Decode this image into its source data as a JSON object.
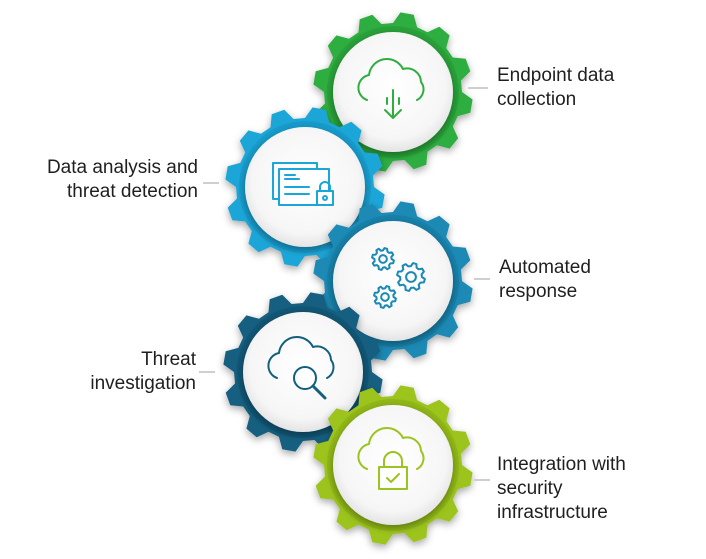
{
  "steps": [
    {
      "id": "endpoint",
      "lines": [
        "Endpoint data",
        "collection"
      ],
      "color": "#2fae3f",
      "dark": "#1f8a2e",
      "icon": "cloud-download-icon"
    },
    {
      "id": "analysis",
      "lines": [
        "Data analysis and",
        "threat detection"
      ],
      "color": "#1aa6d8",
      "dark": "#0f86b5",
      "icon": "secure-documents-icon"
    },
    {
      "id": "response",
      "lines": [
        "Automated",
        "response"
      ],
      "color": "#1a8ab5",
      "dark": "#0e6c93",
      "icon": "gears-icon"
    },
    {
      "id": "investigation",
      "lines": [
        "Threat",
        "investigation"
      ],
      "color": "#125f80",
      "dark": "#0a4862",
      "icon": "cloud-search-icon"
    },
    {
      "id": "integration",
      "lines": [
        "Integration with",
        "security",
        "infrastructure"
      ],
      "color": "#9cc41f",
      "dark": "#7aa10f",
      "icon": "cloud-lock-icon"
    }
  ]
}
